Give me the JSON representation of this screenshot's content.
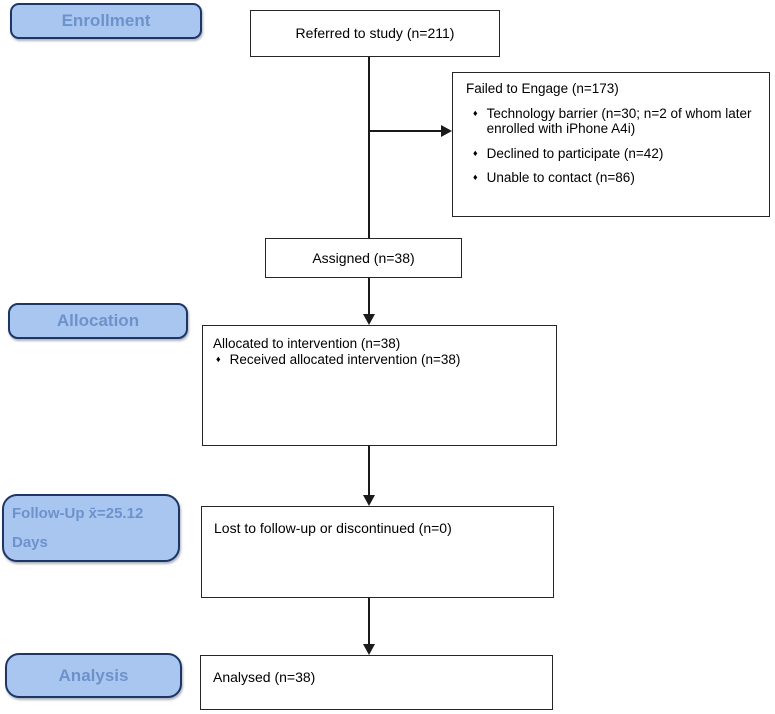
{
  "diagram": {
    "type": "consort-flow-diagram",
    "colors": {
      "background": "#ffffff",
      "stage_label_fill": "#a9c6f0",
      "stage_label_border": "#1e3666",
      "stage_label_text": "#6d92cb",
      "flow_box_border": "#262626",
      "flow_box_text": "#000000",
      "connector_line": "#1a1a1a"
    }
  },
  "labels": {
    "enrollment": "Enrollment",
    "allocation": "Allocation",
    "followup": "Follow-Up x̄=25.12\nDays",
    "analysis": "Analysis"
  },
  "boxes": {
    "referred": "Referred to study (n=211)",
    "failed_title": "Failed to Engage (n=173)",
    "failed_bullets": [
      "Technology barrier (n=30; n=2 of whom later enrolled with iPhone A4i)",
      "Declined to participate (n=42)",
      "Unable to contact (n=86)"
    ],
    "assigned": "Assigned (n=38)",
    "allocated_title": "Allocated to intervention (n=38)",
    "allocated_bullets": [
      "Received allocated intervention (n=38)"
    ],
    "lost": "Lost to follow-up or discontinued (n=0)",
    "analysed": "Analysed (n=38)"
  },
  "glyphs": {
    "bullet": "♦"
  }
}
